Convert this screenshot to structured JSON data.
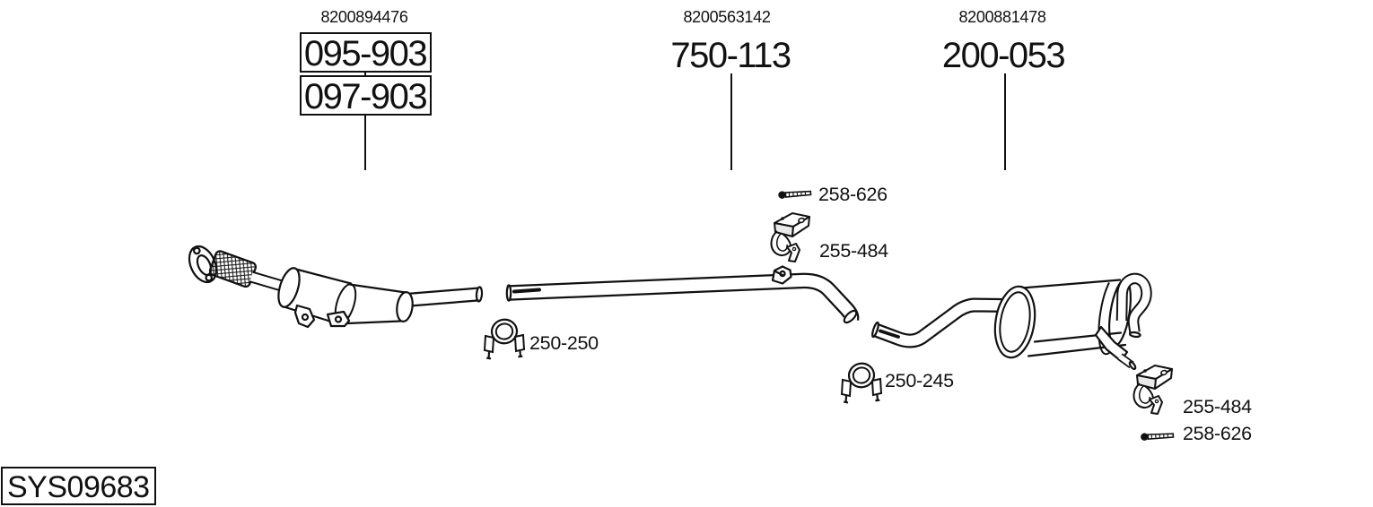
{
  "page": {
    "background": "#ffffff",
    "line_color": "#111111"
  },
  "diagram": {
    "system_code": "SYS09683",
    "assemblies": [
      {
        "oe_ref": "8200894476",
        "part_numbers": [
          "095-903",
          "097-903"
        ],
        "boxed": true
      },
      {
        "oe_ref": "8200563142",
        "part_numbers": [
          "750-113"
        ],
        "boxed": false
      },
      {
        "oe_ref": "8200881478",
        "part_numbers": [
          "200-053"
        ],
        "boxed": false
      }
    ],
    "callouts": [
      {
        "label": "258-626",
        "icon": "bolt-icon"
      },
      {
        "label": "255-484",
        "icon": "hanger-bracket-icon"
      },
      {
        "label": "250-250",
        "icon": "pipe-clamp-icon"
      },
      {
        "label": "250-245",
        "icon": "pipe-clamp-icon"
      },
      {
        "label": "255-484",
        "icon": "hanger-bracket-icon"
      },
      {
        "label": "258-626",
        "icon": "bolt-icon"
      }
    ]
  }
}
